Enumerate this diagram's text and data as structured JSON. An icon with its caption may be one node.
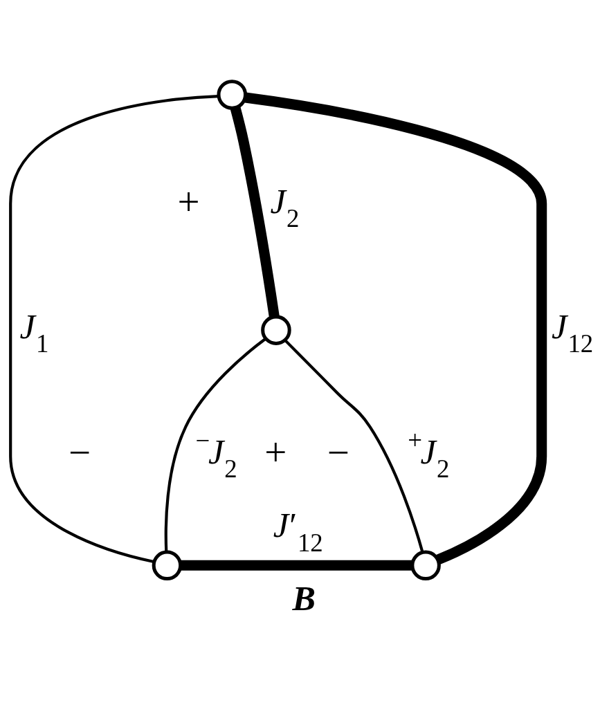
{
  "diagram": {
    "caption": "B",
    "nodes": [
      {
        "text": [],
        "shape": "circle"
      },
      {
        "text": [],
        "shape": "circle"
      },
      {
        "text": [],
        "shape": "circle"
      },
      {
        "text": [],
        "shape": "circle"
      }
    ],
    "edges": [
      {
        "from": 0,
        "to": 2,
        "arrow": "none",
        "label": "*J*$_{1}$"
      },
      {
        "from": 0,
        "to": 1,
        "arrow": "none",
        "label": "*J*$_{2}$",
        "style": "thick"
      },
      {
        "from": 0,
        "to": 3,
        "arrow": "none",
        "label": "*J*$_{12}$",
        "style": "thick"
      },
      {
        "from": 1,
        "to": 2,
        "arrow": "none",
        "label": "$^{−}$*J*$_{2}$"
      },
      {
        "from": 1,
        "to": 3,
        "arrow": "none",
        "label": "$^{+}$*J*$_{2}$"
      },
      {
        "from": 2,
        "to": 3,
        "arrow": "none",
        "label": "*J*′$_{12}$",
        "style": "thick"
      }
    ],
    "labels": [
      "+",
      "+",
      "−",
      "−"
    ]
  }
}
